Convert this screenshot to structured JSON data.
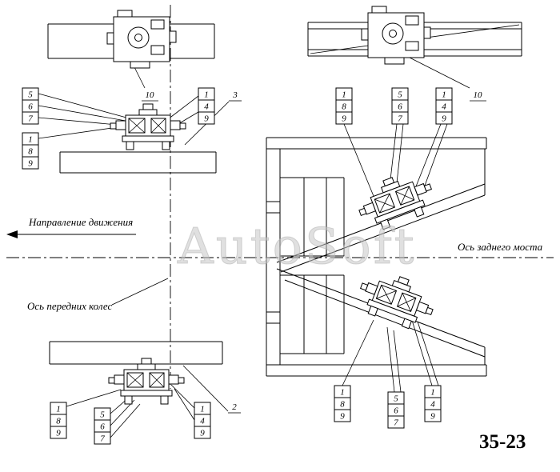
{
  "watermark": "AutoSoft",
  "figure_number": "35-23",
  "labels": {
    "direction_of_travel": "Направление движения",
    "rear_axle_axis": "Ось заднего моста",
    "front_wheels_axis": "Ось передних колес"
  },
  "callouts": {
    "top_left_valve": "10",
    "top_right_valve": "10",
    "mid_left": {
      "stack_a": [
        "5",
        "6",
        "7"
      ],
      "stack_b": [
        "1",
        "8",
        "9"
      ],
      "stack_c": [
        "1",
        "4",
        "9"
      ],
      "single": "3"
    },
    "bottom_left": {
      "stack_a": [
        "1",
        "8",
        "9"
      ],
      "stack_b": [
        "5",
        "6",
        "7"
      ],
      "stack_c": [
        "1",
        "4",
        "9"
      ],
      "single": "2"
    },
    "right_top": {
      "stack_a": [
        "1",
        "8",
        "9"
      ],
      "stack_b": [
        "5",
        "6",
        "7"
      ],
      "stack_c": [
        "1",
        "4",
        "9"
      ]
    },
    "right_bottom": {
      "stack_a": [
        "1",
        "8",
        "9"
      ],
      "stack_b": [
        "5",
        "6",
        "7"
      ],
      "stack_c": [
        "1",
        "4",
        "9"
      ]
    }
  }
}
